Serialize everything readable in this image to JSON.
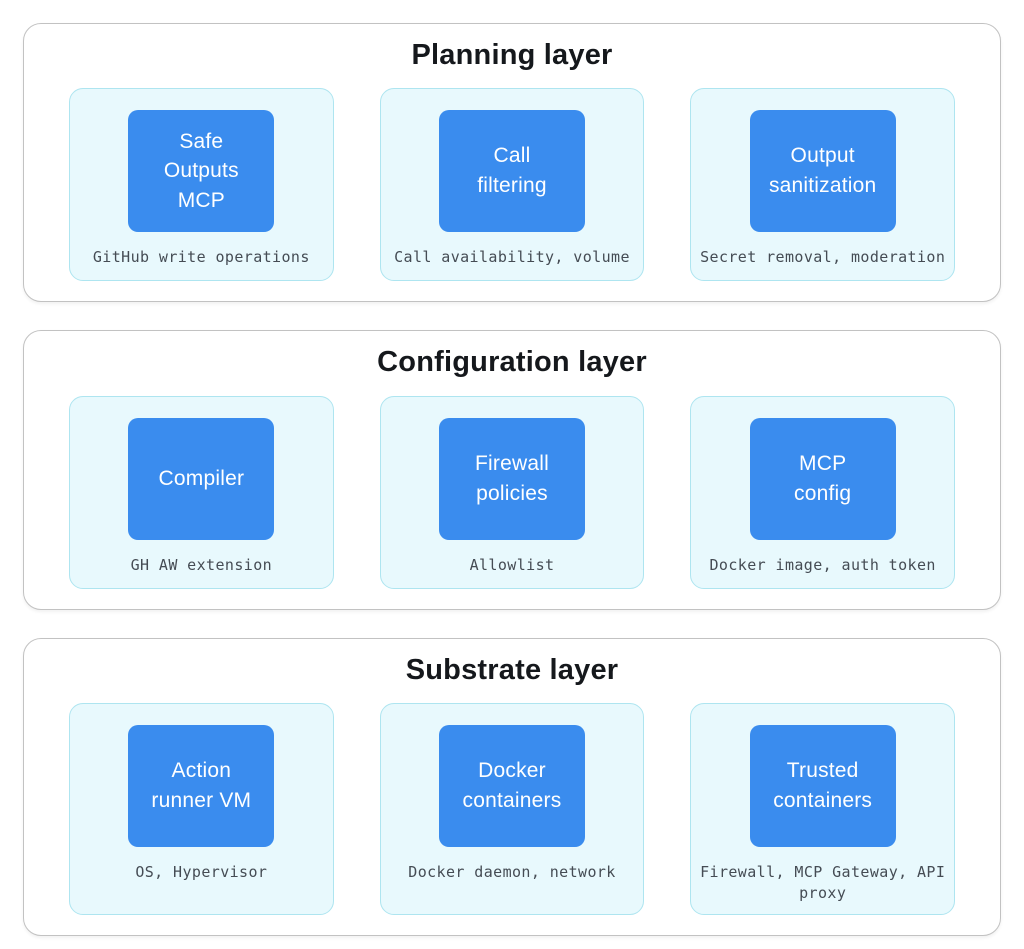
{
  "colors": {
    "block_blue": "#3a8cee",
    "card_background": "#e8f9fd",
    "card_border": "#aee5f0",
    "panel_border": "#c2c2c2",
    "layer_title_text": "#15181c",
    "subtitle_text": "#454c54",
    "block_text": "#ffffff"
  },
  "layers": [
    {
      "title": "Planning layer",
      "cards": [
        {
          "title": "Safe Outputs MCP",
          "title_lines": [
            "Safe",
            "Outputs",
            "MCP"
          ],
          "subtitle": "GitHub write operations"
        },
        {
          "title": "Call filtering",
          "title_lines": [
            "Call",
            "filtering"
          ],
          "subtitle": "Call availability, volume"
        },
        {
          "title": "Output sanitization",
          "title_lines": [
            "Output",
            "sanitization"
          ],
          "subtitle": "Secret removal, moderation"
        }
      ]
    },
    {
      "title": "Configuration layer",
      "cards": [
        {
          "title": "Compiler",
          "title_lines": [
            "Compiler"
          ],
          "subtitle": "GH AW extension"
        },
        {
          "title": "Firewall policies",
          "title_lines": [
            "Firewall",
            "policies"
          ],
          "subtitle": "Allowlist"
        },
        {
          "title": "MCP config",
          "title_lines": [
            "MCP",
            "config"
          ],
          "subtitle": "Docker image, auth token"
        }
      ]
    },
    {
      "title": "Substrate layer",
      "cards": [
        {
          "title": "Action runner VM",
          "title_lines": [
            "Action",
            "runner VM"
          ],
          "subtitle": "OS, Hypervisor"
        },
        {
          "title": "Docker containers",
          "title_lines": [
            "Docker",
            "containers"
          ],
          "subtitle": "Docker daemon, network"
        },
        {
          "title": "Trusted containers",
          "title_lines": [
            "Trusted",
            "containers"
          ],
          "subtitle": "Firewall, MCP Gateway, API proxy"
        }
      ]
    }
  ]
}
